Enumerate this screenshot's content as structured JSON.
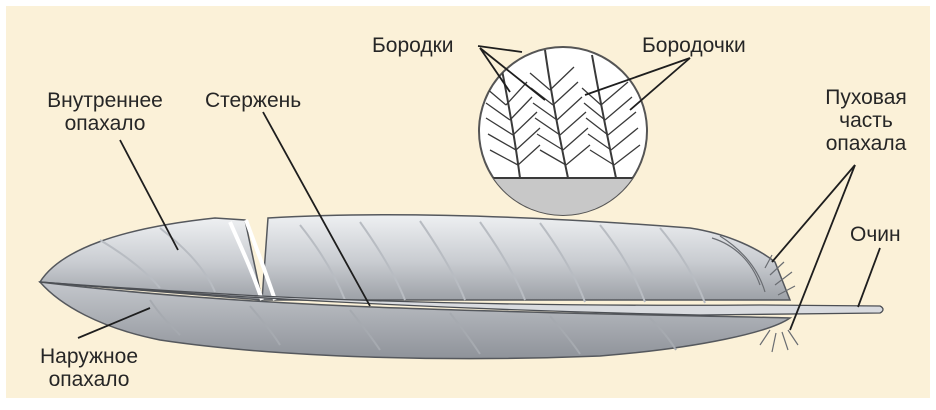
{
  "labels": {
    "inner_vane": [
      "Внутреннее",
      "опахало"
    ],
    "rachis": "Стержень",
    "barbs": "Бородки",
    "barbules": "Бородочки",
    "downy_part": [
      "Пуховая",
      "часть",
      "опахала"
    ],
    "calamus": "Очин",
    "outer_vane": [
      "Наружное",
      "опахало"
    ]
  },
  "colors": {
    "background": "#fbf1d8",
    "frame": "#ffffff",
    "feather_light": "#e9eaec",
    "feather_dark": "#a9acb1",
    "feather_edge": "#55585d",
    "line": "#1e1e1e"
  }
}
